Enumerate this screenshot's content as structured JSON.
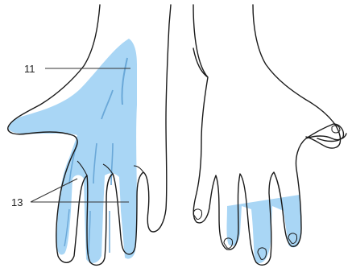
{
  "labels": {
    "label_11": "11",
    "label_13": "13"
  },
  "colors": {
    "outline": "#1a1a1a",
    "region_fill": "#a9d6f5",
    "region_fill_deep": "#8fc8f0",
    "vein": "#6aa8d8",
    "leader": "#333333"
  },
  "icons": {
    "left_hand": "hand-back-view",
    "right_hand": "hand-palm-view"
  }
}
